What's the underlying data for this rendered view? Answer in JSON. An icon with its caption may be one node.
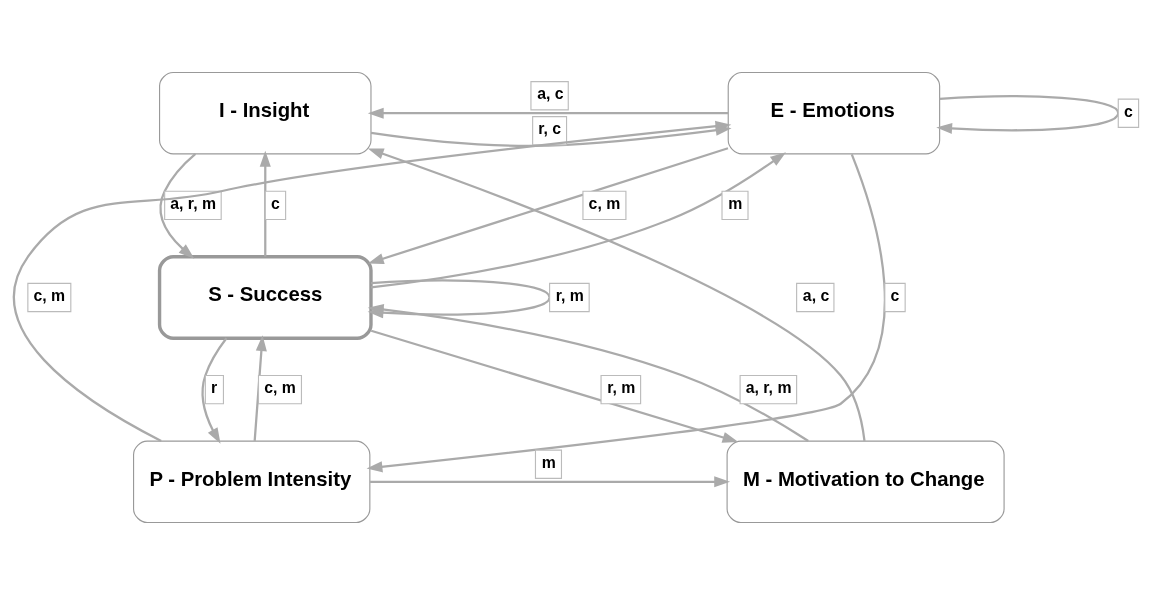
{
  "diagram": {
    "nodes": [
      {
        "text": [
          "I - Insight"
        ]
      },
      {
        "text": [
          "E - Emotions"
        ]
      },
      {
        "text": [
          "S - Success"
        ]
      },
      {
        "text": [
          "M - Motivation to Change"
        ]
      },
      {
        "text": [
          "P - Problem Intensity"
        ]
      }
    ],
    "edges": [
      {
        "from": 1,
        "to": 0,
        "arrow": "to",
        "label": "a, c"
      },
      {
        "from": 0,
        "to": 1,
        "arrow": "to",
        "label": "r, c"
      },
      {
        "from": 1,
        "to": 1,
        "arrow": "to",
        "label": "c"
      },
      {
        "from": 2,
        "to": 0,
        "arrow": "to",
        "label": "c"
      },
      {
        "from": 0,
        "to": 2,
        "arrow": "to",
        "label": "a, r, m"
      },
      {
        "from": 2,
        "to": 2,
        "arrow": "to",
        "label": "r, m"
      },
      {
        "from": 1,
        "to": 2,
        "arrow": "to",
        "label": "c, m"
      },
      {
        "from": 2,
        "to": 1,
        "arrow": "to",
        "label": "m"
      },
      {
        "from": 3,
        "to": 0,
        "arrow": "to",
        "label": "a, c"
      },
      {
        "from": 2,
        "to": 3,
        "arrow": "to",
        "label": "r, m"
      },
      {
        "from": 3,
        "to": 2,
        "arrow": "to",
        "label": "a, r, m"
      },
      {
        "from": 4,
        "to": 2,
        "arrow": "to",
        "label": "c, m"
      },
      {
        "from": 2,
        "to": 4,
        "arrow": "to",
        "label": "r"
      },
      {
        "from": 1,
        "to": 4,
        "arrow": "to",
        "label": "c"
      },
      {
        "from": 4,
        "to": 1,
        "arrow": "to",
        "label": "c, m"
      },
      {
        "from": 4,
        "to": 3,
        "arrow": "to",
        "label": "m"
      }
    ]
  }
}
